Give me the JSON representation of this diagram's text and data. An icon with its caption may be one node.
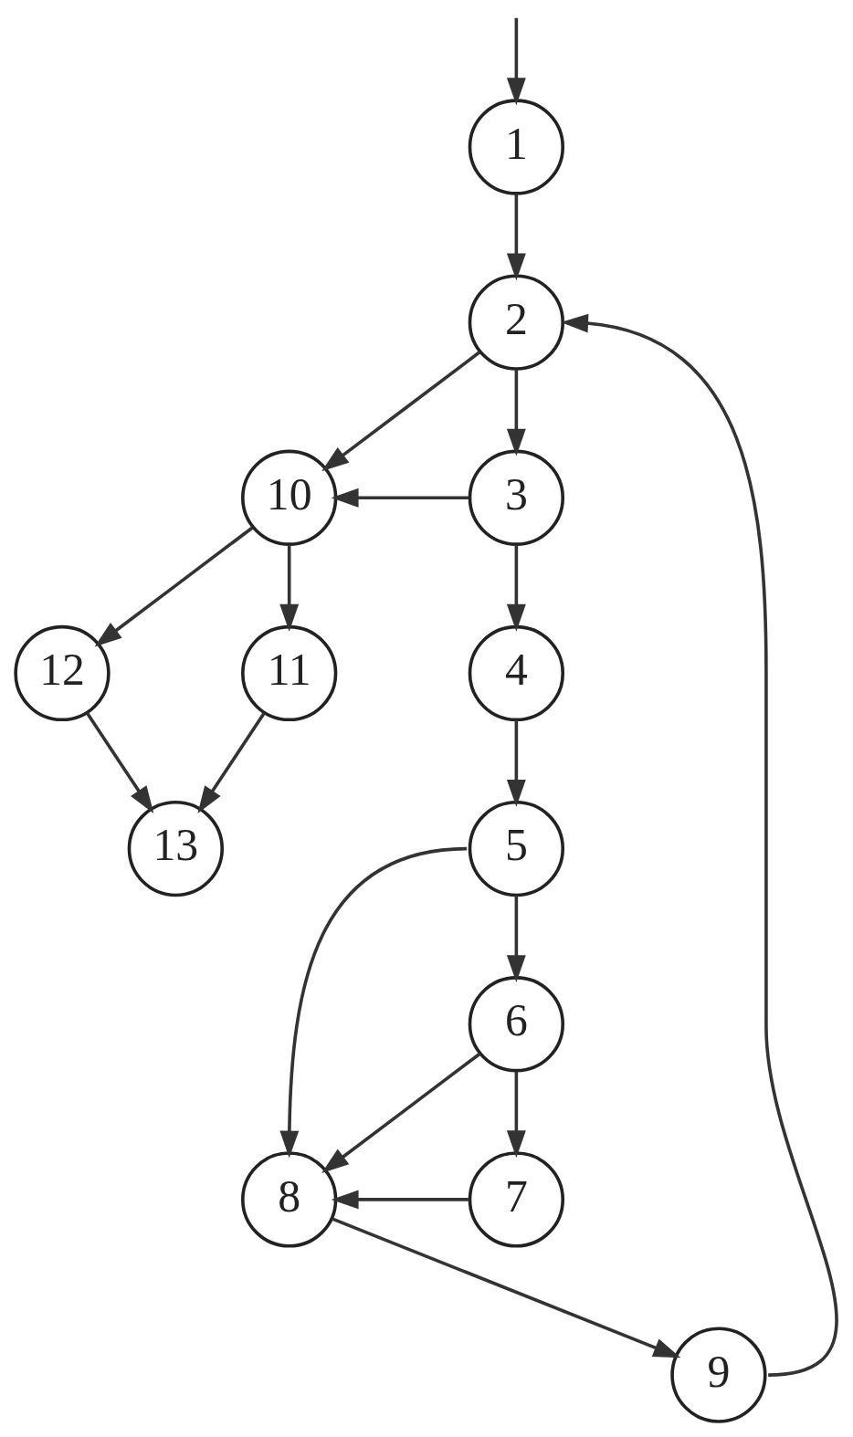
{
  "diagram": {
    "nodes": [
      {
        "text": [
          "1"
        ]
      },
      {
        "text": [
          "2"
        ]
      },
      {
        "text": [
          "3"
        ]
      },
      {
        "text": [
          "4"
        ]
      },
      {
        "text": [
          "5"
        ]
      },
      {
        "text": [
          "6"
        ]
      },
      {
        "text": [
          "7"
        ]
      },
      {
        "text": [
          "8"
        ]
      },
      {
        "text": [
          "9"
        ]
      },
      {
        "text": [
          "10"
        ]
      },
      {
        "text": [
          "11"
        ]
      },
      {
        "text": [
          "12"
        ]
      },
      {
        "text": [
          "13"
        ]
      }
    ],
    "edges": [
      {
        "from": null,
        "to": 0,
        "arrow": "to"
      },
      {
        "from": 0,
        "to": 1,
        "arrow": "to"
      },
      {
        "from": 1,
        "to": 9,
        "arrow": "to"
      },
      {
        "from": 1,
        "to": 2,
        "arrow": "to"
      },
      {
        "from": 2,
        "to": 9,
        "arrow": "to"
      },
      {
        "from": 2,
        "to": 3,
        "arrow": "to"
      },
      {
        "from": 9,
        "to": 11,
        "arrow": "to"
      },
      {
        "from": 9,
        "to": 10,
        "arrow": "to"
      },
      {
        "from": 11,
        "to": 12,
        "arrow": "to"
      },
      {
        "from": 10,
        "to": 12,
        "arrow": "to"
      },
      {
        "from": 3,
        "to": 4,
        "arrow": "to"
      },
      {
        "from": 4,
        "to": 7,
        "arrow": "to"
      },
      {
        "from": 4,
        "to": 5,
        "arrow": "to"
      },
      {
        "from": 5,
        "to": 7,
        "arrow": "to"
      },
      {
        "from": 5,
        "to": 6,
        "arrow": "to"
      },
      {
        "from": 6,
        "to": 7,
        "arrow": "to"
      },
      {
        "from": 7,
        "to": 8,
        "arrow": "to"
      },
      {
        "from": 8,
        "to": 1,
        "arrow": "to"
      }
    ]
  }
}
